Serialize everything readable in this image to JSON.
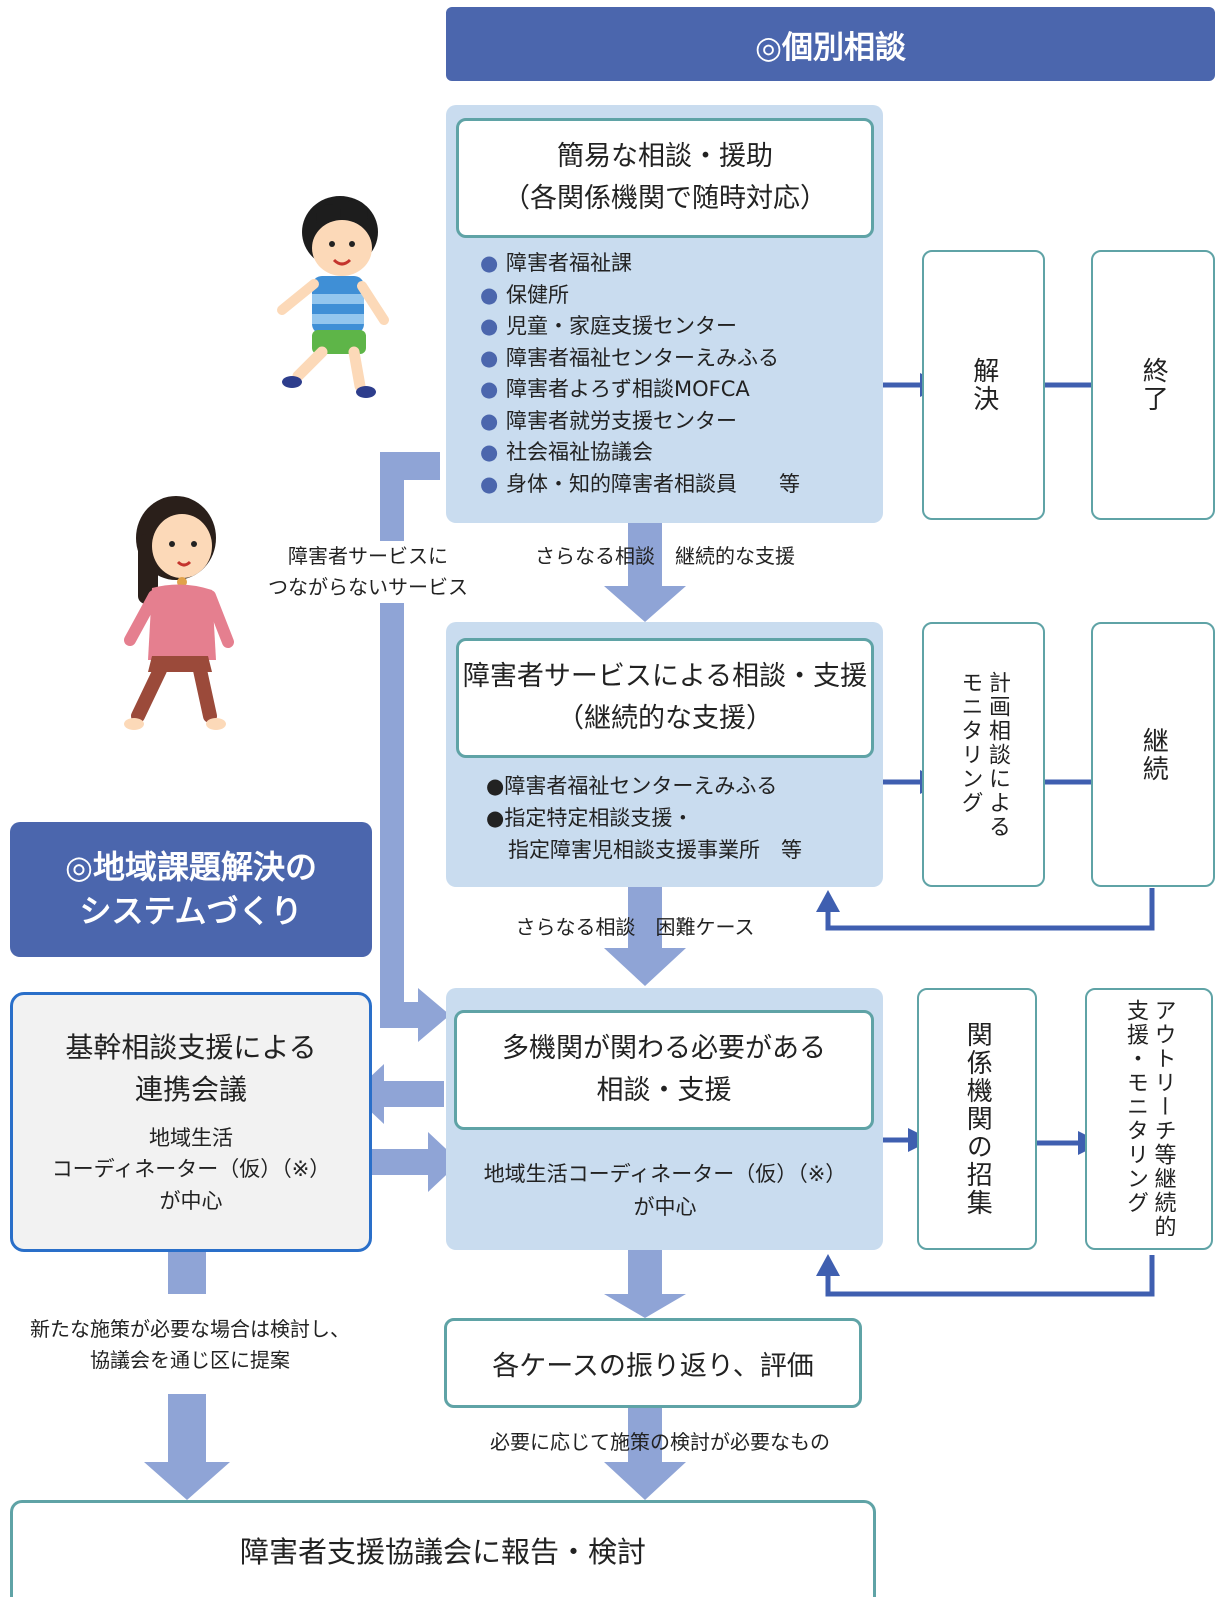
{
  "header_individual": "◎個別相談",
  "header_regional": [
    "◎地域課題解決の",
    "システムづくり"
  ],
  "simple": {
    "title": [
      "簡易な相談・援助",
      "（各関係機関で随時対応）"
    ],
    "items": [
      "障害者福祉課",
      "保健所",
      "児童・家庭支援センター",
      "障害者福祉センターえみふる",
      "障害者よろず相談MOFCA",
      "障害者就労支援センター",
      "社会福祉協議会",
      "身体・知的障害者相談員　　等"
    ]
  },
  "resolve_label": "解決",
  "end_label": "終了",
  "flow1_label": "さらなる相談　継続的な支援",
  "non_service_label": [
    "障害者サービスに",
    "つながらないサービス"
  ],
  "service": {
    "title": [
      "障害者サービスによる相談・支援",
      "（継続的な支援）"
    ],
    "items": [
      "●障害者福祉センターえみふる",
      "●指定特定相談支援・",
      "指定障害児相談支援事業所　等"
    ]
  },
  "plan_monitor_label": [
    "計画相談による",
    "モニタリング"
  ],
  "continue_label": "継続",
  "flow2_label": "さらなる相談　困難ケース",
  "multi": {
    "title": [
      "多機関が関わる必要がある",
      "相談・支援"
    ],
    "note": [
      "地域生活コーディネーター（仮）（※）",
      "が中心"
    ]
  },
  "convene_label": "関係機関の招集",
  "outreach_label": [
    "アウトリーチ等継続的",
    "支援・モニタリング"
  ],
  "liaison": {
    "title": [
      "基幹相談支援による",
      "連携会議"
    ],
    "note": [
      "地域生活",
      "コーディネーター（仮）（※）",
      "が中心"
    ]
  },
  "new_policy_label": [
    "新たな施策が必要な場合は検討し、",
    "協議会を通じ区に提案"
  ],
  "review_label": "各ケースの振り返り、評価",
  "policy_review_label": "必要に応じて施策の検討が必要なもの",
  "council_label": "障害者支援協議会に報告・検討",
  "colors": {
    "header": "#4b66ad",
    "panel": "#c9dcef",
    "arrow_light": "#8fa4d6",
    "arrow_dark": "#3f5fb0",
    "box_border": "#5fa3a6",
    "liaison_border": "#2a6fc9"
  }
}
